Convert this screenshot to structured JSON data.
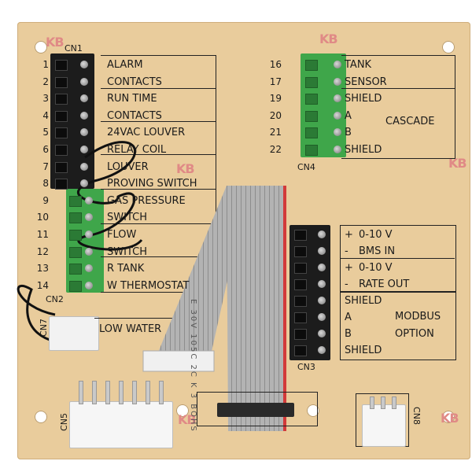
{
  "board": {
    "logo": "KB",
    "connectors": {
      "cn1": "CN1",
      "cn2": "CN2",
      "cn3": "CN3",
      "cn4": "CN4",
      "cn5": "CN5",
      "cn7": "CN7",
      "cn8": "CN8"
    },
    "left_pins": [
      {
        "num": "1",
        "label": "ALARM"
      },
      {
        "num": "2",
        "label": "CONTACTS"
      },
      {
        "num": "3",
        "label": "RUN TIME"
      },
      {
        "num": "4",
        "label": "CONTACTS"
      },
      {
        "num": "5",
        "label": "24VAC LOUVER"
      },
      {
        "num": "6",
        "label": "RELAY COIL"
      },
      {
        "num": "7",
        "label": "LOUVER"
      },
      {
        "num": "8",
        "label": "PROVING SWITCH"
      },
      {
        "num": "9",
        "label": "GAS PRESSURE"
      },
      {
        "num": "10",
        "label": "SWITCH"
      },
      {
        "num": "11",
        "label": "FLOW"
      },
      {
        "num": "12",
        "label": "SWITCH"
      },
      {
        "num": "13",
        "label": "R TANK"
      },
      {
        "num": "14",
        "label": "W THERMOSTAT"
      }
    ],
    "right_top_pins": [
      {
        "num": "16",
        "label": "TANK"
      },
      {
        "num": "17",
        "label": "SENSOR"
      },
      {
        "num": "19",
        "label": "SHIELD"
      },
      {
        "num": "20",
        "label": "A"
      },
      {
        "num": "21",
        "label": "B"
      },
      {
        "num": "22",
        "label": "SHIELD"
      }
    ],
    "cascade_label": "CASCADE",
    "analog": [
      {
        "sign": "+",
        "label": "0-10 V"
      },
      {
        "sign": "-",
        "label": "BMS IN"
      },
      {
        "sign": "+",
        "label": "0-10 V"
      },
      {
        "sign": "-",
        "label": "RATE OUT"
      }
    ],
    "modbus_rows": [
      "SHIELD",
      "A",
      "B",
      "SHIELD"
    ],
    "modbus_title": "MODBUS",
    "modbus_sub": "OPTION",
    "low_water": "LOW WATER",
    "ribbon_text": "E 30V 105C 2C K 3 BOHS"
  },
  "colors": {
    "board": "#e9cc9c",
    "terminal_black": "#1c1c1c",
    "terminal_green": "#3fa64a",
    "ribbon": "#a9a9a9",
    "ribbon_stripe": "#d23a3a",
    "logo": "#e08a86"
  }
}
